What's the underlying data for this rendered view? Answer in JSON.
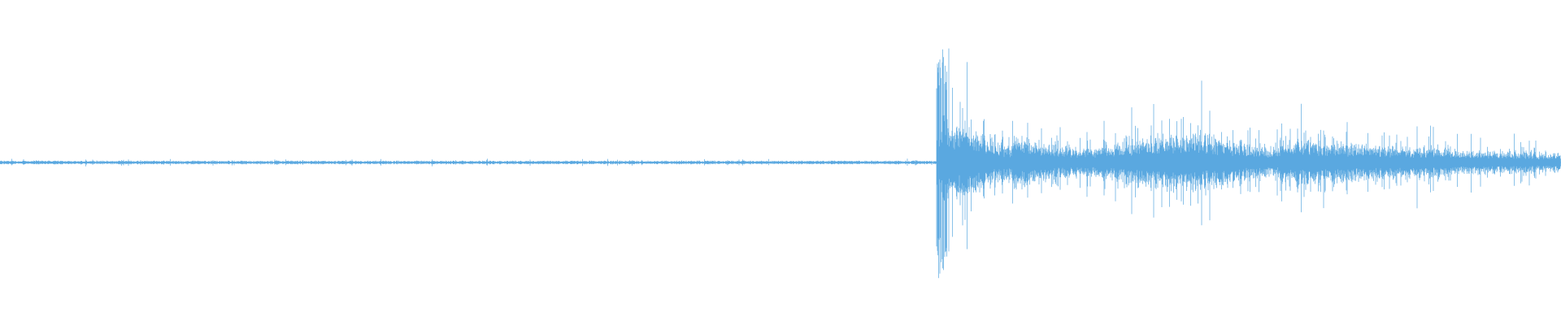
{
  "waveform": {
    "color": "#5aa8e0",
    "background": "#ffffff",
    "amplitude_envelope": {
      "silence_level": 0.01,
      "onset_fraction": 0.6,
      "peak_level": 0.95,
      "tail_level": 0.08
    }
  }
}
